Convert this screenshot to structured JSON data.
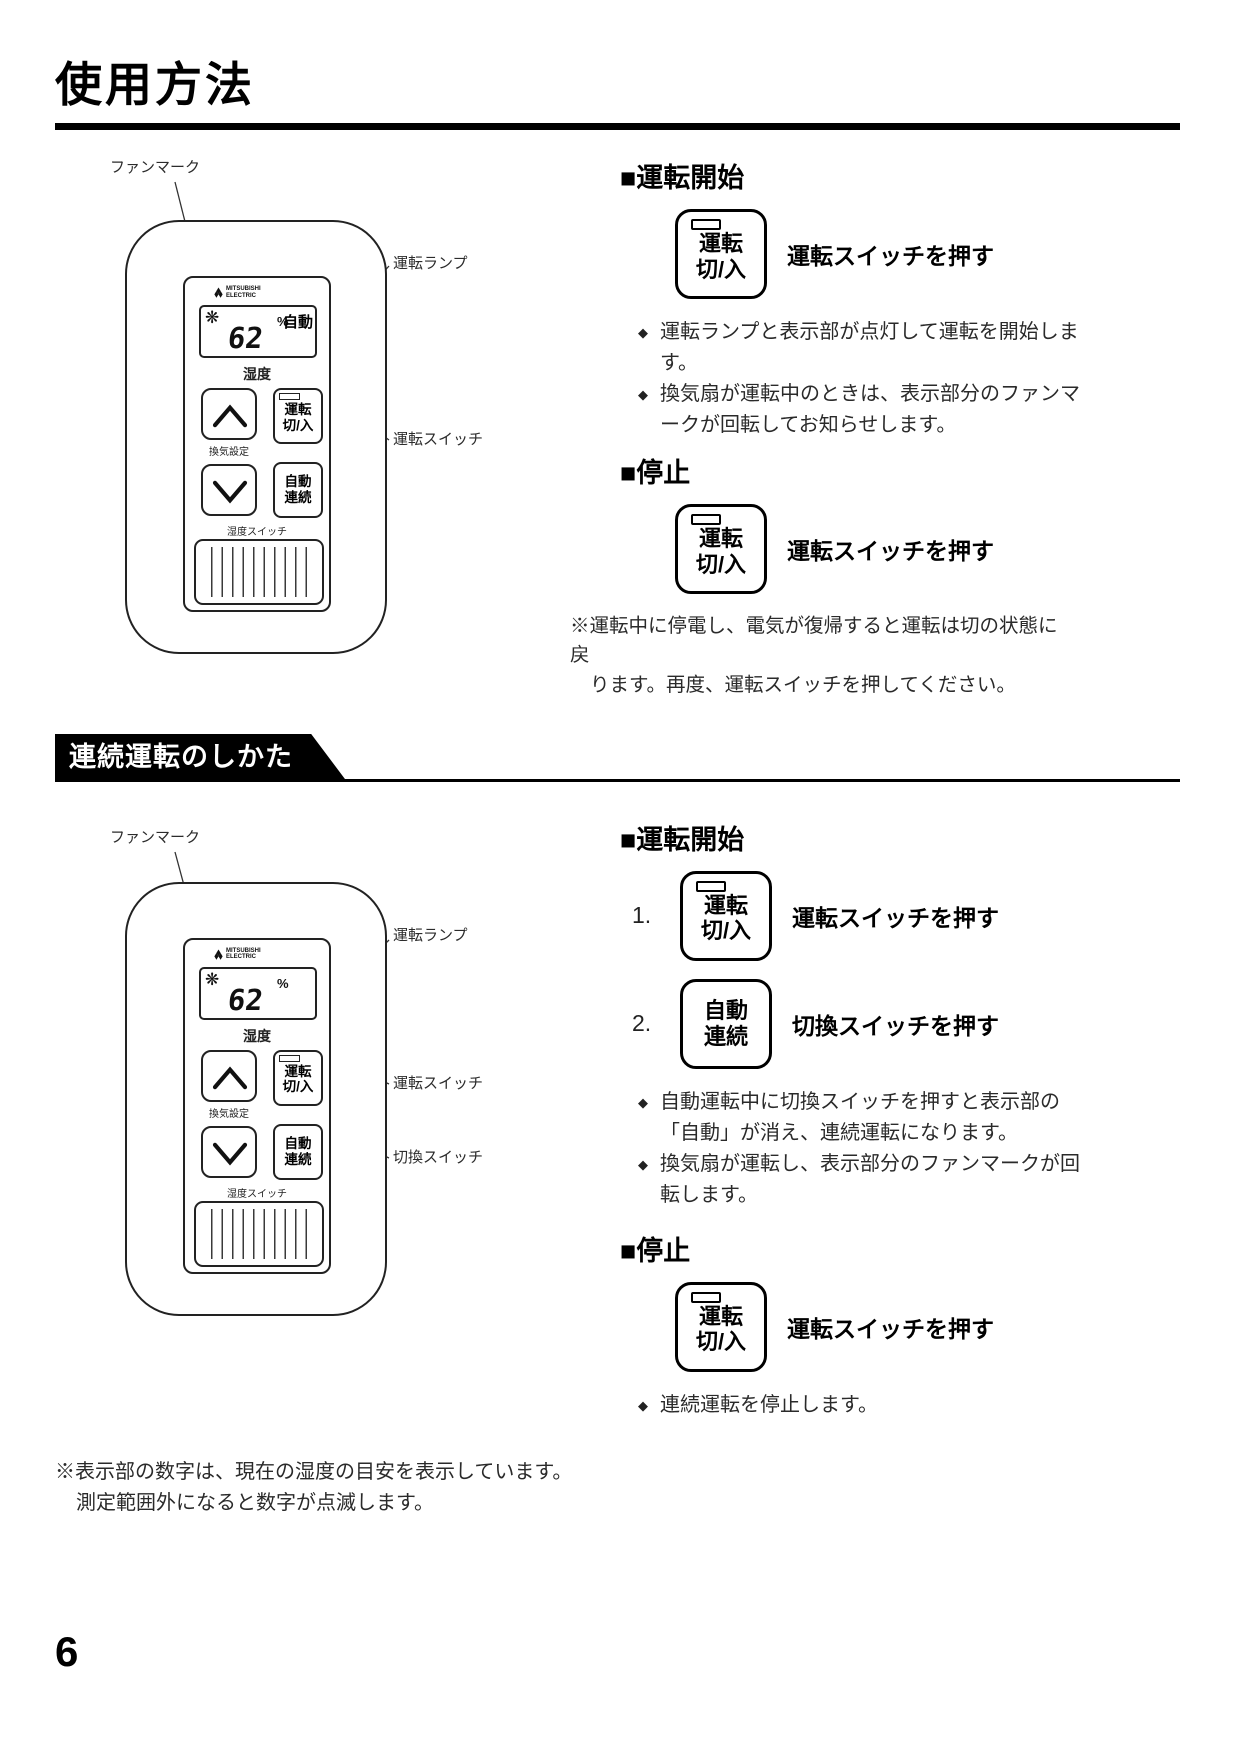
{
  "page": {
    "title": "使用方法",
    "banner": "連続運転のしかた",
    "bullet_marker": "◆",
    "footer_note_line1": "※表示部の数字は、現在の湿度の目安を表示しています。",
    "footer_note_line2": "測定範囲外になると数字が点滅します。",
    "page_number": "6"
  },
  "remote": {
    "brand_line1": "MITSUBISHI",
    "brand_line2": "ELECTRIC",
    "fan_mark_glyph": "❋",
    "humidity_value": "62",
    "percent_sign": "%",
    "auto_indicator": "自動",
    "humidity_label": "湿度",
    "vent_setting_label": "換気設定",
    "humidity_switch_label": "湿度スイッチ",
    "run_button_top": "運転",
    "run_button_bottom": "切/入",
    "mode_button_top": "自動",
    "mode_button_bottom": "連続"
  },
  "labels": {
    "fan_mark": "ファンマーク",
    "run_lamp": "運転ランプ",
    "run_switch": "運転スイッチ",
    "toggle_switch": "切換スイッチ"
  },
  "sec1": {
    "start_heading": "■運転開始",
    "press_run": "運転スイッチを押す",
    "bullets": [
      "運転ランプと表示部が点灯して運転を開始します。",
      "換気扇が運転中のときは、表示部分のファンマークが回転してお知らせします。"
    ],
    "stop_heading": "■停止",
    "note_line1": "※運転中に停電し、電気が復帰すると運転は切の状態に戻",
    "note_line2": "ります。再度、運転スイッチを押してください。"
  },
  "sec2": {
    "start_heading": "■運転開始",
    "step1_number": "1.",
    "step2_number": "2.",
    "press_run": "運転スイッチを押す",
    "press_toggle": "切換スイッチを押す",
    "bullets": [
      "自動運転中に切換スイッチを押すと表示部の「自動」が消え、連続運転になります。",
      "換気扇が運転し、表示部分のファンマークが回転します。"
    ],
    "stop_heading": "■停止",
    "stop_bullet": "連続運転を停止します。"
  }
}
